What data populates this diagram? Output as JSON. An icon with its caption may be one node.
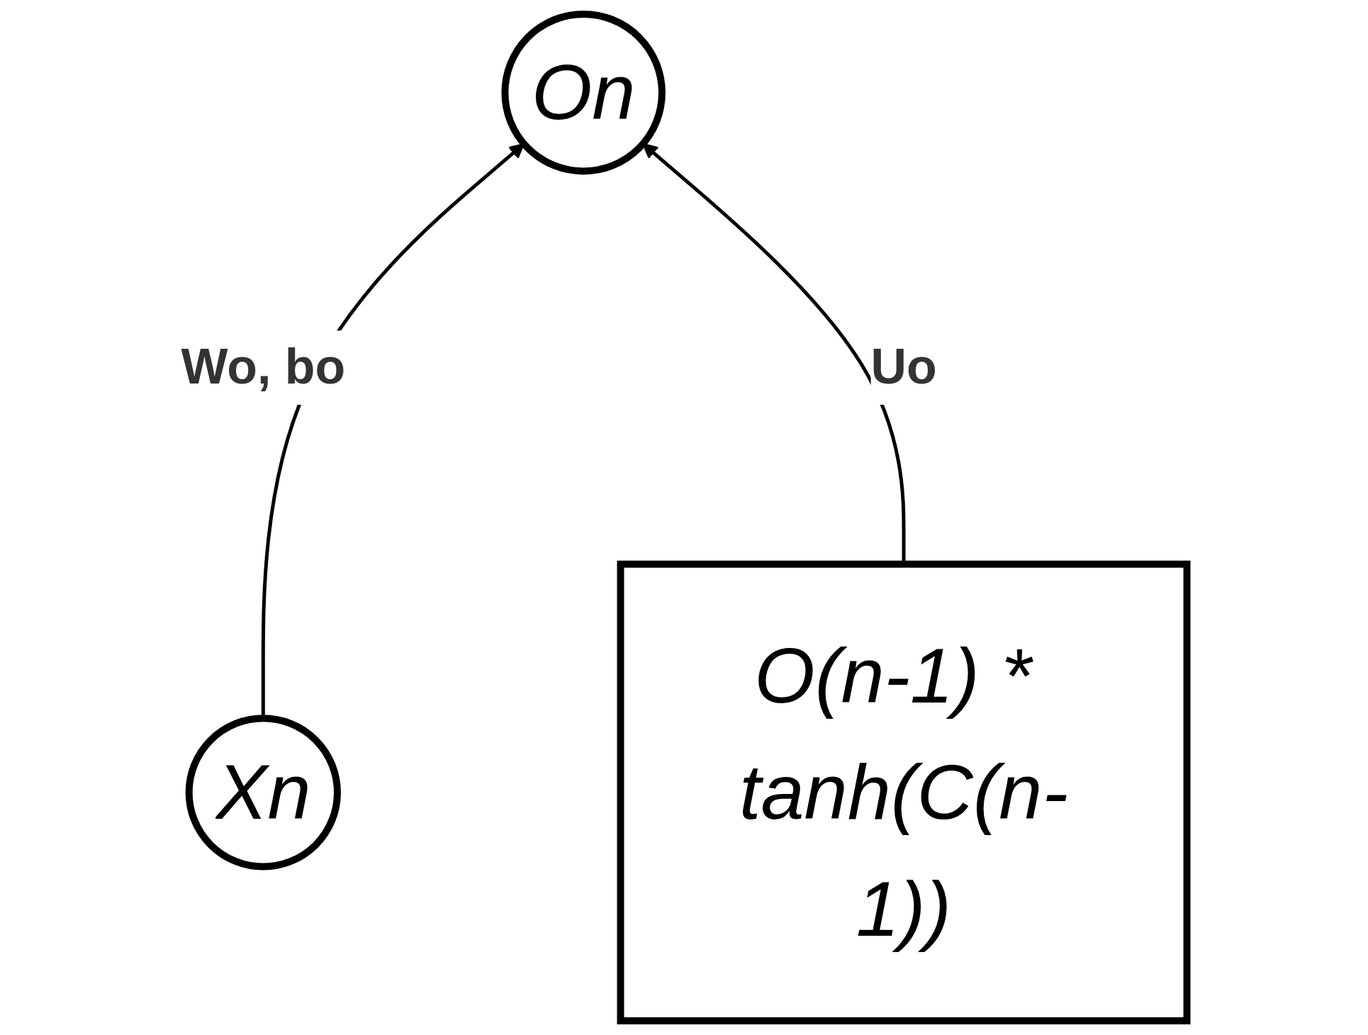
{
  "diagram": {
    "nodes": [
      {
        "text": [
          "On"
        ]
      },
      {
        "text": [
          "Xn"
        ]
      },
      {
        "text": [
          "O(n-1) * tanh(C(n-1))"
        ]
      }
    ],
    "edges": [
      {
        "from": 1,
        "to": 0,
        "arrow": "to",
        "label": "Wo, bo"
      },
      {
        "from": 2,
        "to": 0,
        "arrow": "to",
        "label": "Uo"
      }
    ]
  }
}
